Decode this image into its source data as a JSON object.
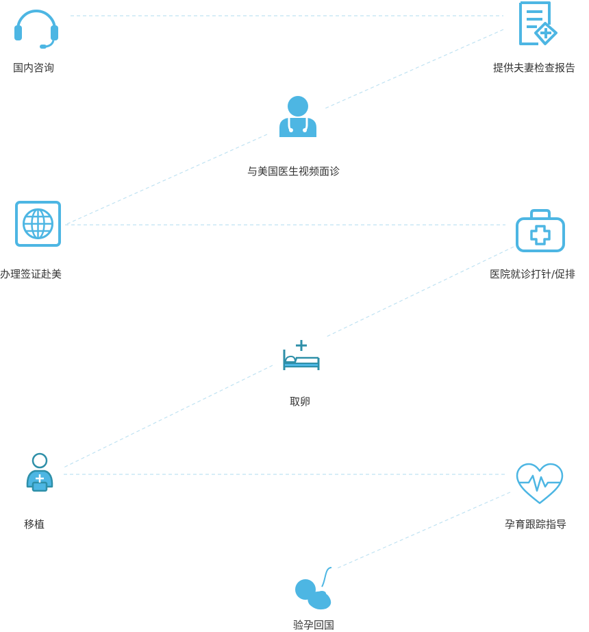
{
  "colors": {
    "accent": "#4db6e3",
    "teal": "#2e8fa8",
    "line": "#bfe2f2",
    "text": "#333333"
  },
  "steps": [
    {
      "label": "国内咨询",
      "icon": "headset-icon"
    },
    {
      "label": "提供夫妻检查报告",
      "icon": "medical-report-icon"
    },
    {
      "label": "与美国医生视频面诊",
      "icon": "doctor-icon"
    },
    {
      "label": "办理签证赴美",
      "icon": "globe-icon"
    },
    {
      "label": "医院就诊打针/促排",
      "icon": "medical-kit-icon"
    },
    {
      "label": "取卵",
      "icon": "hospital-bed-icon"
    },
    {
      "label": "移植",
      "icon": "patient-icon"
    },
    {
      "label": "孕育跟踪指导",
      "icon": "heartbeat-icon"
    },
    {
      "label": "验孕回国",
      "icon": "fetus-icon"
    }
  ]
}
